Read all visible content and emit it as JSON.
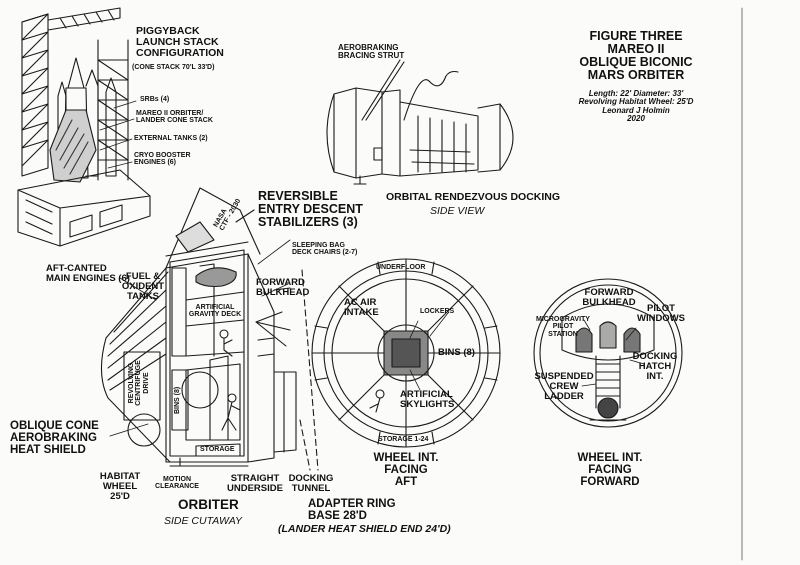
{
  "figure": {
    "title_lines": [
      "FIGURE THREE",
      "MAREO II",
      "OBLIQUE BICONIC",
      "MARS ORBITER"
    ],
    "specs": [
      "Length: 22' Diameter: 33'",
      "Revolving Habitat Wheel: 25'D"
    ],
    "author": "Leonard J Holmin",
    "year": "2020"
  },
  "launch_stack": {
    "title_lines": [
      "PIGGYBACK",
      "LAUNCH STACK",
      "CONFIGURATION"
    ],
    "subtitle": "(CONE STACK 70'L 33'D)",
    "srbs": "SRBs (4)",
    "orbiter_stack": [
      "MAREO II ORBITER/",
      "LANDER CONE STACK"
    ],
    "external_tanks": "EXTERNAL TANKS (2)",
    "cryo": [
      "CRYO BOOSTER",
      "ENGINES (6)"
    ]
  },
  "side_view": {
    "strut": [
      "AEROBRAKING",
      "BRACING STRUT"
    ],
    "title": "ORBITAL RENDEZVOUS DOCKING",
    "subtitle": "SIDE VIEW"
  },
  "cutaway": {
    "stabilizers": [
      "REVERSIBLE",
      "ENTRY DESCENT",
      "STABILIZERS (3)"
    ],
    "nasa": [
      "NASA",
      "CTF - 2030"
    ],
    "sleeping": [
      "SLEEPING BAG",
      "DECK CHAIRS (2-7)"
    ],
    "forward_bulkhead": [
      "FORWARD",
      "BULKHEAD"
    ],
    "aft_engines": [
      "AFT-CANTED",
      "MAIN ENGINES (6)"
    ],
    "fuel": [
      "FUEL &",
      "OXIDENT",
      "TANKS"
    ],
    "artificial_gravity": [
      "ARTIFICIAL",
      "GRAVITY DECK"
    ],
    "revolving": [
      "REVOLVING",
      "CENTRIFUGE",
      "DRIVE"
    ],
    "bins": "BINS (8)",
    "storage": "STORAGE",
    "heat_shield": [
      "OBLIQUE CONE",
      "AEROBRAKING",
      "HEAT SHIELD"
    ],
    "habitat_wheel": [
      "HABITAT",
      "WHEEL",
      "25'D"
    ],
    "motion": [
      "MOTION",
      "CLEARANCE"
    ],
    "straight": [
      "STRAIGHT",
      "UNDERSIDE"
    ],
    "docking_tunnel": [
      "DOCKING",
      "TUNNEL"
    ],
    "title": "ORBITER",
    "subtitle": "SIDE CUTAWAY"
  },
  "wheel_aft": {
    "underfloor": "UNDERFLOOR",
    "ac_air": [
      "AC AIR",
      "INTAKE"
    ],
    "lockers": "LOCKERS",
    "bins": "BINS (8)",
    "skylights": [
      "ARTIFICIAL",
      "SKYLIGHTS"
    ],
    "storage": "STORAGE 1-24",
    "title": [
      "WHEEL INT.",
      "FACING",
      "AFT"
    ]
  },
  "adapter": {
    "title": [
      "ADAPTER RING",
      "BASE 28'D"
    ],
    "subtitle": "(LANDER HEAT SHIELD END 24'D)"
  },
  "wheel_forward": {
    "bulkhead": [
      "FORWARD",
      "BULKHEAD"
    ],
    "pilot_windows": [
      "PILOT",
      "WINDOWS"
    ],
    "micrograv": [
      "MICROGRAVITY",
      "PILOT",
      "STATION"
    ],
    "docking_hatch": [
      "DOCKING",
      "HATCH",
      "INT."
    ],
    "crew_ladder": [
      "SUSPENDED",
      "CREW",
      "LADDER"
    ],
    "title": [
      "WHEEL INT.",
      "FACING",
      "FORWARD"
    ]
  }
}
